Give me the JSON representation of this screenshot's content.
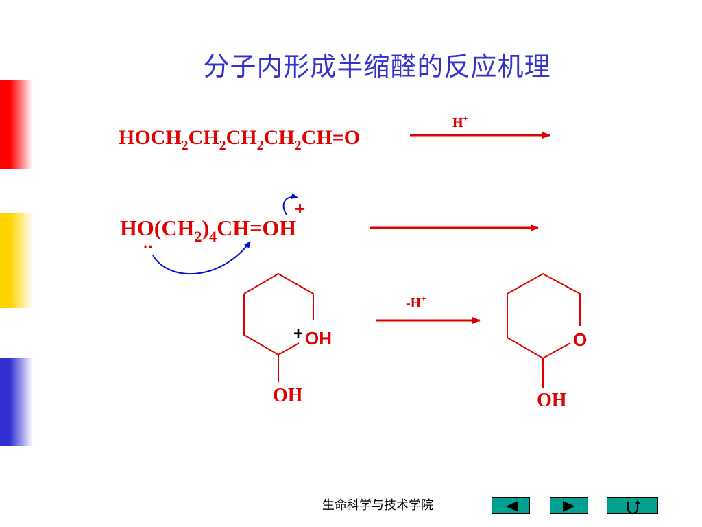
{
  "slide": {
    "title": "分子内形成半缩醛的反应机理",
    "footer": "生命科学与技术学院"
  },
  "reaction": {
    "step1": {
      "reactant": {
        "prefix": "HOCH",
        "sub": "2",
        "parts": [
          "HOCH",
          "2",
          "CH",
          "2",
          "CH",
          "2",
          "CH",
          "2",
          "CH=O"
        ]
      },
      "catalyst": {
        "base": "H",
        "sup": "+"
      }
    },
    "step2": {
      "intermediate": [
        "HO(CH",
        "2",
        ")",
        "4",
        "CH=OH"
      ],
      "charge": "+",
      "lone_pair": "··"
    },
    "step3": {
      "oxonium_label": "OH",
      "oxonium_charge": "+",
      "hydroxyl_left": "OH",
      "reagent": {
        "base": "-H",
        "sup": "+"
      },
      "ring_oxygen": "O",
      "hydroxyl_right": "OH"
    }
  },
  "colors": {
    "title": "#3333cc",
    "chem": "#e00000",
    "curved_arrow": "#0010d0"
  },
  "navigation": {
    "prev_icon": "triangle-left-icon",
    "next_icon": "triangle-right-icon",
    "return_icon": "return-icon"
  }
}
